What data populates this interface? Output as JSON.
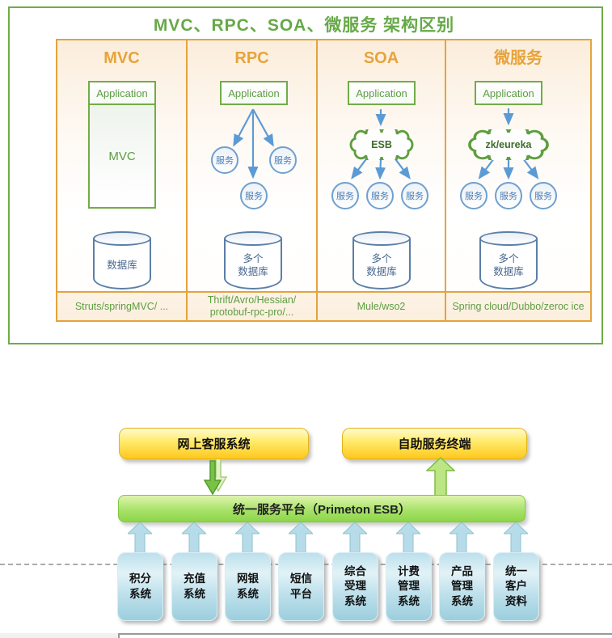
{
  "arch_diagram": {
    "title": "MVC、RPC、SOA、微服务 架构区别",
    "columns": [
      {
        "header": "MVC",
        "app_label": "Application",
        "body_label": "MVC",
        "db_label": "数据库",
        "framework": "Struts/springMVC/ ..."
      },
      {
        "header": "RPC",
        "app_label": "Application",
        "service_label": "服务",
        "db_label": "多个\n数据库",
        "framework": "Thrift/Avro/Hessian/\nprotobuf-rpc-pro/..."
      },
      {
        "header": "SOA",
        "app_label": "Application",
        "hub_label": "ESB",
        "service_label": "服务",
        "db_label": "多个\n数据库",
        "framework": "Mule/wso2"
      },
      {
        "header": "微服务",
        "app_label": "Application",
        "hub_label": "zk/eureka",
        "service_label": "服务",
        "db_label": "多个\n数据库",
        "framework": "Spring cloud/Dubbo/zeroc ice"
      }
    ]
  },
  "esb_diagram": {
    "top_systems": [
      {
        "label": "网上客服系统"
      },
      {
        "label": "自助服务终端"
      }
    ],
    "platform_label": "统一服务平台（Primeton ESB）",
    "systems": [
      {
        "label": "积分\n系统"
      },
      {
        "label": "充值\n系统"
      },
      {
        "label": "网银\n系统"
      },
      {
        "label": "短信\n平台"
      },
      {
        "label": "综合\n受理\n系统"
      },
      {
        "label": "计费\n管理\n系统"
      },
      {
        "label": "产品\n管理\n系统"
      },
      {
        "label": "统一\n客户\n资料"
      }
    ]
  },
  "colors": {
    "frame_green": "#6FAD47",
    "table_orange": "#E5A33C",
    "title_green": "#66A948",
    "header_orange": "#E7A33B",
    "arrow_blue": "#5B9BD5",
    "node_blue": "#6FA0CF",
    "cylinder_blue": "#5B7FA6",
    "cloud_green": "#5E9E3E",
    "framework_text_green": "#5E9E43",
    "gold_box": "#FFC81E",
    "platform_green": "#8CD647",
    "system_blue": "#9CCEDD"
  }
}
